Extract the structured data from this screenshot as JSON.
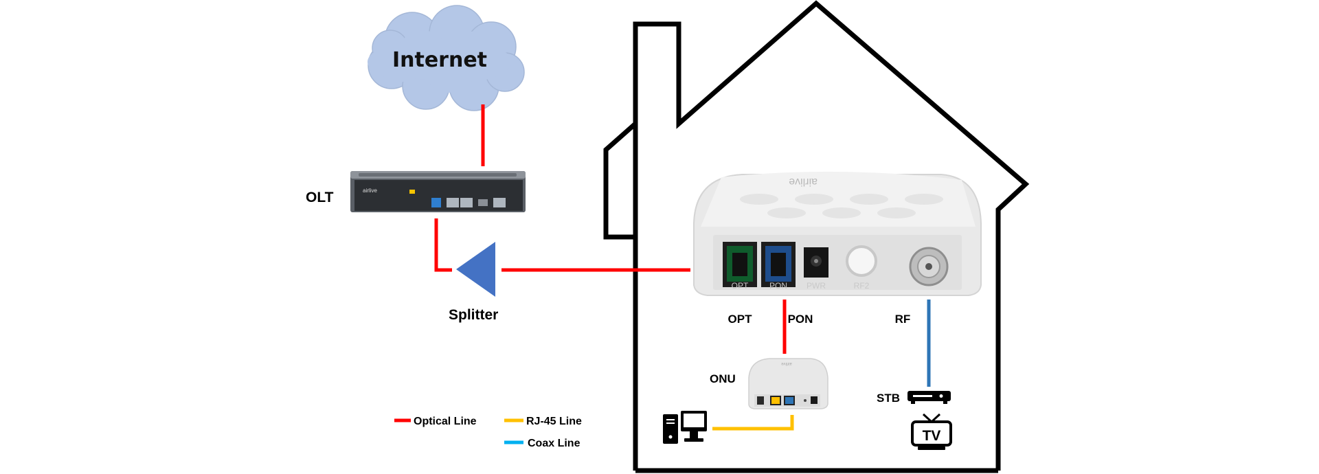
{
  "labels": {
    "internet": "Internet",
    "olt": "OLT",
    "splitter": "Splitter",
    "opt": "OPT",
    "pon": "PON",
    "rf": "RF",
    "onu": "ONU",
    "stb": "STB",
    "tv": "TV"
  },
  "device_ports": {
    "opt": "OPT",
    "pon": "PON",
    "pwr": "PWR",
    "rf2": "RF2"
  },
  "device_brand": "airlive",
  "legend": [
    {
      "label": "Optical Line",
      "color": "#ff0000"
    },
    {
      "label": "RJ-45 Line",
      "color": "#ffc000"
    },
    {
      "label": "Coax Line",
      "color": "#00b0f0"
    }
  ],
  "colors": {
    "optical": "#ff0000",
    "rj45": "#ffc000",
    "coax": "#2e75b6",
    "cloud": "#b4c7e7",
    "splitter": "#4472c4"
  }
}
